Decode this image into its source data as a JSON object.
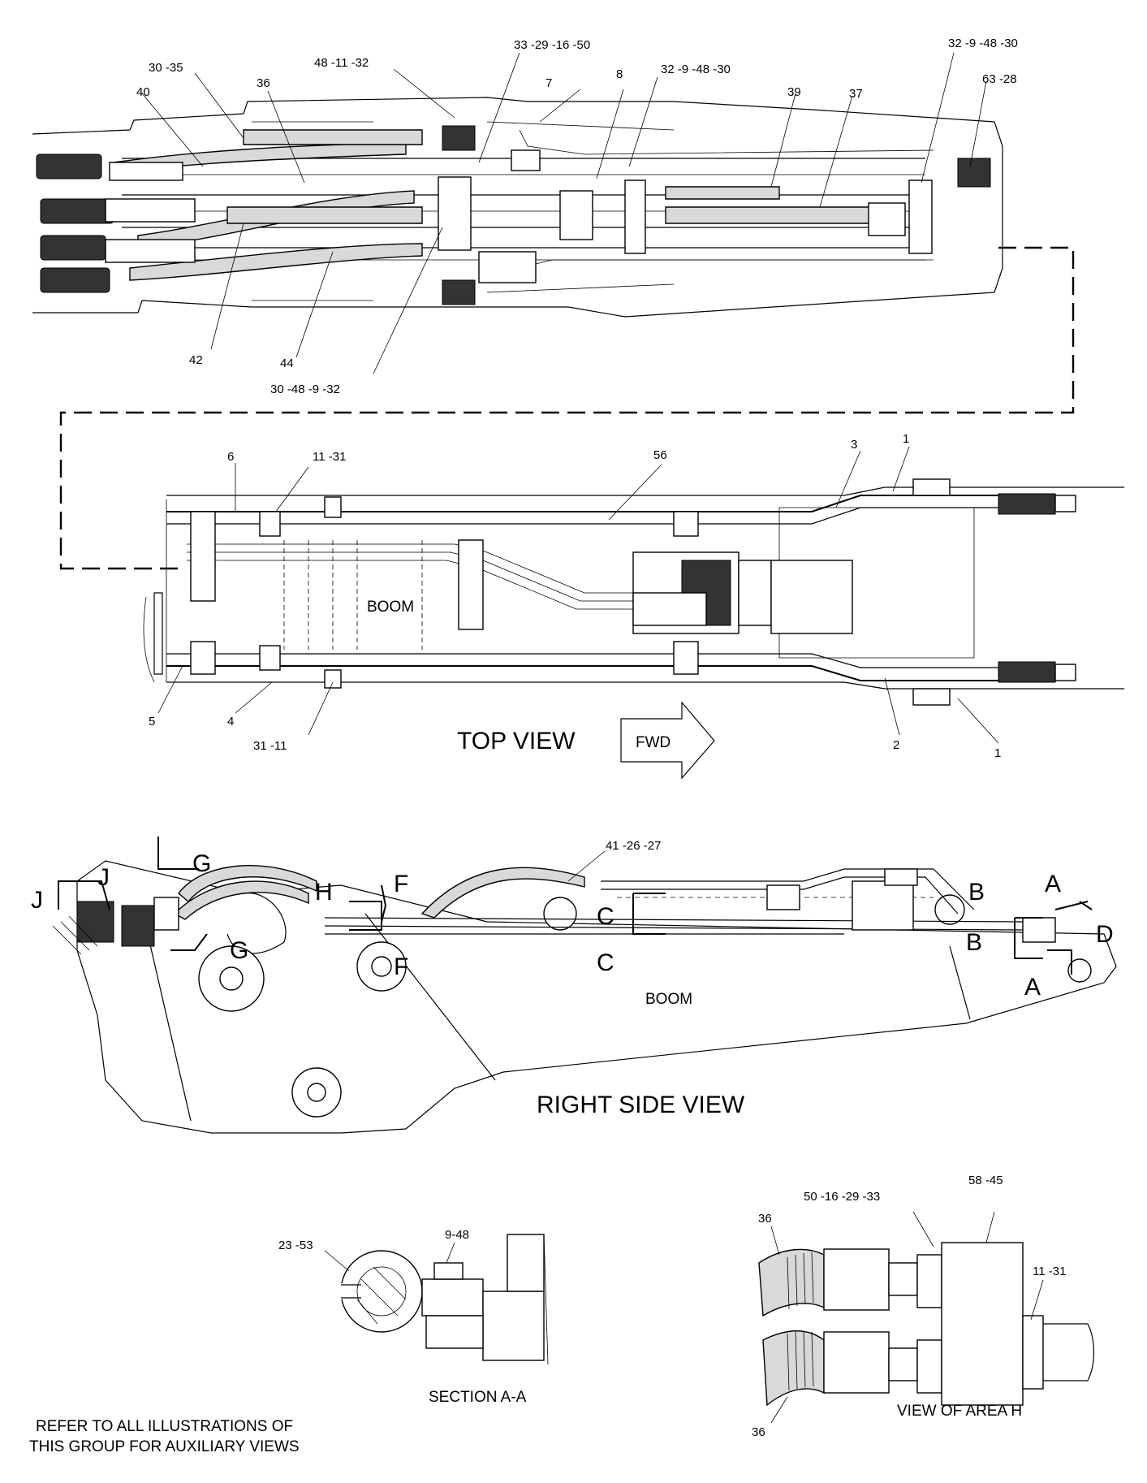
{
  "top_detail": {
    "callouts": [
      "30 -35",
      "40",
      "36",
      "48 -11 -32",
      "33 -29 -16 -50",
      "7",
      "8",
      "32 -9 -48 -30",
      "39",
      "37",
      "32 -9 -48 -30",
      "63 -28",
      "42",
      "44",
      "30 -48 -9 -32"
    ]
  },
  "top_view": {
    "title": "TOP VIEW",
    "fwd": "FWD",
    "boom": "BOOM",
    "callouts": [
      "6",
      "11 -31",
      "56",
      "3",
      "1",
      "5",
      "4",
      "31 -11",
      "2",
      "1"
    ]
  },
  "side_view": {
    "title": "RIGHT SIDE VIEW",
    "boom": "BOOM",
    "callouts": [
      "41 -26 -27"
    ],
    "section_letters": [
      "J",
      "J",
      "G",
      "G",
      "H",
      "F",
      "F",
      "C",
      "C",
      "B",
      "B",
      "A",
      "A",
      "D"
    ]
  },
  "section_aa": {
    "title": "SECTION A-A",
    "callouts": [
      "23 -53",
      "9-48"
    ]
  },
  "area_h": {
    "title": "VIEW OF AREA H",
    "callouts": [
      "36",
      "50 -16 -29 -33",
      "58 -45",
      "11 -31",
      "36"
    ]
  },
  "note": {
    "line1": "REFER TO ALL ILLUSTRATIONS OF",
    "line2": "THIS GROUP FOR AUXILIARY VIEWS"
  }
}
